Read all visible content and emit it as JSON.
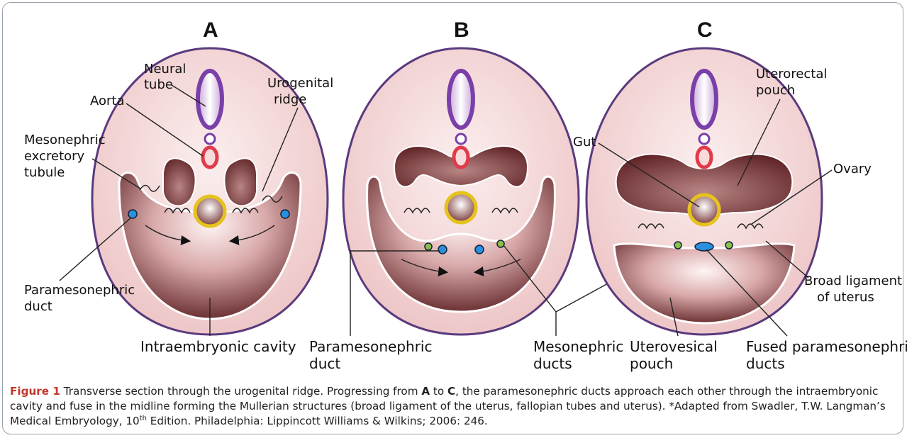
{
  "panels": [
    "A",
    "B",
    "C"
  ],
  "labels": {
    "a_neural": [
      "Neural",
      "tube"
    ],
    "a_aorta": [
      "Aorta"
    ],
    "a_urogenital": [
      "Urogenital",
      "ridge"
    ],
    "a_mesonephric_tubule": [
      "Mesonephric",
      "excretory",
      "tubule"
    ],
    "a_paramesonephric": [
      "Paramesonephric",
      "duct"
    ],
    "a_cavity": [
      "Intraembryonic cavity"
    ],
    "b_paramesonephric": [
      "Paramesonephric",
      "duct"
    ],
    "mesonephric_ducts": [
      "Mesonephric",
      "ducts"
    ],
    "c_gut": [
      "Gut"
    ],
    "c_uterorectal": [
      "Uterorectal",
      "pouch"
    ],
    "c_ovary": [
      "Ovary"
    ],
    "c_broad": [
      "Broad ligament",
      "of uterus"
    ],
    "c_uterovesical": [
      "Uterovesical",
      "pouch"
    ],
    "c_fused": [
      "Fused paramesonephric",
      "ducts"
    ]
  },
  "caption": {
    "label": "Figure 1",
    "part1": " Transverse section through the urogenital ridge. Progressing from ",
    "a": "A",
    "to": " to ",
    "c": "C",
    "part2": ", the paramesonephric ducts approach each other through the intraembryonic cavity and fuse in the midline forming the Mullerian structures (broad ligament of the uterus, fallopian tubes and uterus). *Adapted from Swadler, T.W. Langman’s Medical Embryology, 10",
    "sup": "th",
    "part3": " Edition. Philadelphia: Lippincott Williams & Wilkins; 2006: 246."
  },
  "colors": {
    "outline": "#5a3a7e",
    "body_fill": "#f3d6d6",
    "cavity": "#6e2e2e",
    "neural_tube": "#7a3fa8",
    "aorta": "#e03a4b",
    "gut": "#e6c21e",
    "duct": "#2a8fe0",
    "meso_duct": "#8cbf4a",
    "caption_label": "#c0392b"
  }
}
